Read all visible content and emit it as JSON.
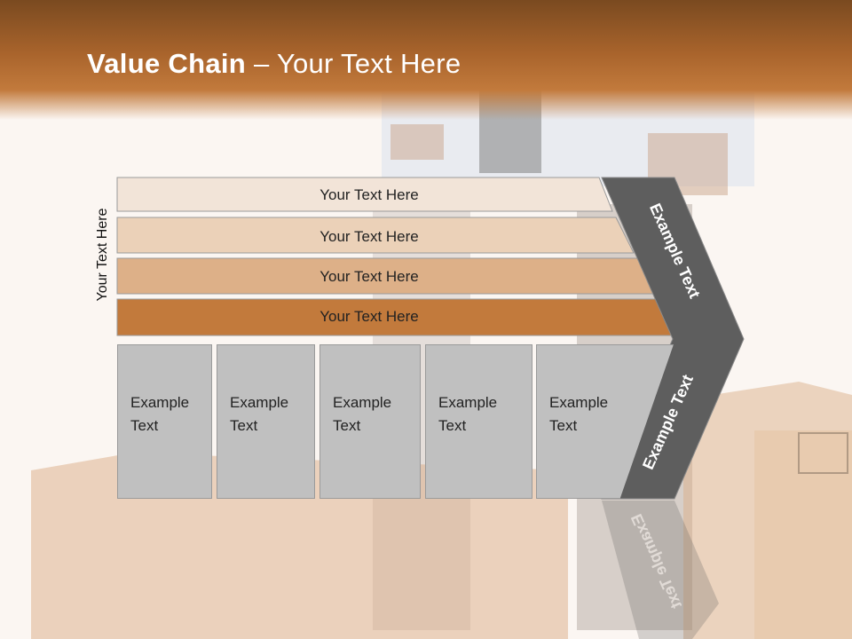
{
  "slide": {
    "title_bold": "Value Chain",
    "title_rest": " – Your Text Here",
    "vertical_label": "Your Text Here"
  },
  "rows": [
    {
      "label": "Your Text Here",
      "color": "#f2e4d8"
    },
    {
      "label": "Your Text Here",
      "color": "#ebd1b8"
    },
    {
      "label": "Your Text Here",
      "color": "#ddb088"
    },
    {
      "label": "Your Text Here",
      "color": "#c27a3c"
    }
  ],
  "columns": [
    {
      "line1": "Example",
      "line2": "Text"
    },
    {
      "line1": "Example",
      "line2": "Text"
    },
    {
      "line1": "Example",
      "line2": "Text"
    },
    {
      "line1": "Example",
      "line2": "Text"
    },
    {
      "line1": "Example",
      "line2": "Text"
    }
  ],
  "chevron": {
    "top_label": "Example Text",
    "bottom_label": "Example Text",
    "color": "#5e5e5e"
  }
}
